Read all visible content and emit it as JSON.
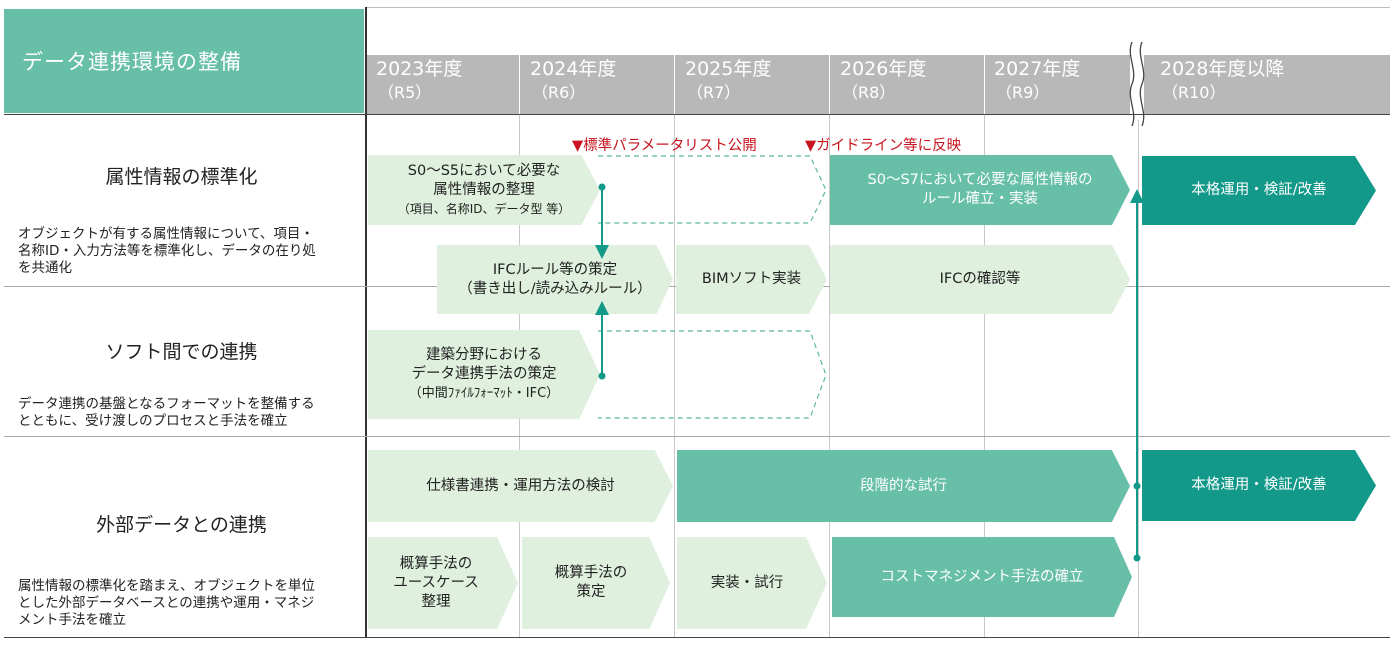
{
  "header": {
    "title": "データ連携環境の整備"
  },
  "years": [
    {
      "label": "2023年度",
      "sub": "（R5）"
    },
    {
      "label": "2024年度",
      "sub": "（R6）"
    },
    {
      "label": "2025年度",
      "sub": "（R7）"
    },
    {
      "label": "2026年度",
      "sub": "（R8）"
    },
    {
      "label": "2027年度",
      "sub": "（R9）"
    },
    {
      "label": "2028年度以降",
      "sub": "（R10）"
    }
  ],
  "categories": [
    {
      "title": "属性情報の標準化",
      "desc1": "オブジェクトが有する属性情報について、項目・",
      "desc2": "名称ID・入力方法等を標準化し、データの在り処",
      "desc3": "を共通化"
    },
    {
      "title": "ソフト間での連携",
      "desc1": "データ連携の基盤となるフォーマットを整備する",
      "desc2": "とともに、受け渡しのプロセスと手法を確立"
    },
    {
      "title": "外部データとの連携",
      "desc1": "属性情報の標準化を踏まえ、オブジェクトを単位",
      "desc2": "とした外部データベースとの連携や運用・マネジ",
      "desc3": "メント手法を確立"
    }
  ],
  "annotations": {
    "a1": "▼標準パラメータリスト公開",
    "a2": "▼ガイドライン等に反映"
  },
  "tasks": {
    "t1_l1": "S0～S5において必要な",
    "t1_l2": "属性情報の整理",
    "t1_l3": "（項目、名称ID、データ型 等）",
    "t2_l1": "S0～S7において必要な属性情報の",
    "t2_l2": "ルール確立・実装",
    "t3": "本格運用・検証/改善",
    "t4_l1": "IFCルール等の策定",
    "t4_l2": "（書き出し/読み込みルール）",
    "t5": "BIMソフト実装",
    "t6": "IFCの確認等",
    "t7_l1": "建築分野における",
    "t7_l2": "データ連携手法の策定",
    "t7_l3": "（中間ﾌｧｲﾙﾌｫｰﾏｯﾄ・IFC）",
    "t8": "仕様書連携・運用方法の検討",
    "t9": "段階的な試行",
    "t10": "本格運用・検証/改善",
    "t11_l1": "概算手法の",
    "t11_l2": "ユースケース",
    "t11_l3": "整理",
    "t12_l1": "概算手法の",
    "t12_l2": "策定",
    "t13": "実装・試行",
    "t14": "コストマネジメント手法の確立"
  },
  "colors": {
    "light": "#dff0df",
    "mid": "#66bfa6",
    "dark": "#13998a",
    "accent": "#c8141e"
  }
}
